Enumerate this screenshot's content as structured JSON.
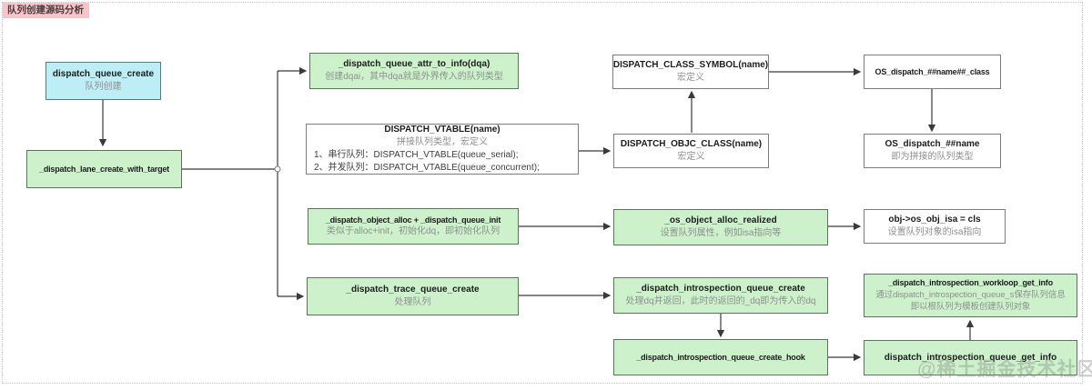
{
  "page": {
    "title_badge": "队列创建源码分析",
    "watermark": "@稀土掘金技术社区"
  },
  "theme": {
    "green-fill": "#cdf2cb",
    "green-border": "#5b735b",
    "cyan-fill": "#bdeef5",
    "cyan-border": "#4f7d84",
    "white-border": "#7d7d7d",
    "badge-bg": "#f7c4c9",
    "subtitle": "#8e8e90"
  },
  "diagram": {
    "boxes": {
      "queue_create": {
        "title": "dispatch_queue_create",
        "subtitle": "队列创建"
      },
      "lane_create": {
        "title": "_dispatch_lane_create_with_target"
      },
      "attr_to_info": {
        "title": "_dispatch_queue_attr_to_info(dqa)",
        "subtitle": "创建dqai，其中dqa就是外界传入的队列类型"
      },
      "vtable": {
        "title": "DISPATCH_VTABLE(name)",
        "subtitle": "拼接队列类型，宏定义",
        "line1": "1、串行队列：DISPATCH_VTABLE(queue_serial);",
        "line2": "2、并发队列：DISPATCH_VTABLE(queue_concurrent);"
      },
      "class_symbol": {
        "title": "DISPATCH_CLASS_SYMBOL(name)",
        "subtitle": "宏定义"
      },
      "os_class": {
        "title": "OS_dispatch_##name##_class"
      },
      "objc_class": {
        "title": "DISPATCH_OBJC_CLASS(name)",
        "subtitle": "宏定义"
      },
      "os_name": {
        "title": "OS_dispatch_##name",
        "subtitle": "即为拼接的队列类型"
      },
      "object_alloc": {
        "title": "_dispatch_object_alloc + _dispatch_queue_init",
        "subtitle": "类似于alloc+init，初始化dq，即初始化队列"
      },
      "alloc_realized": {
        "title": "_os_object_alloc_realized",
        "subtitle": "设置队列属性，例如isa指向等"
      },
      "obj_isa": {
        "title": "obj->os_obj_isa = cls",
        "subtitle": "设置队列对象的isa指向"
      },
      "trace_create": {
        "title": "_dispatch_trace_queue_create",
        "subtitle": "处理队列"
      },
      "intro_create": {
        "title": "_dispatch_introspection_queue_create",
        "subtitle": "处理dq并返回，此时的返回的_dq即为传入的dq"
      },
      "workloop_info": {
        "title": "_dispatch_introspection_workloop_get_info",
        "subtitle": "通过dispatch_introspection_queue_s保存队列信息",
        "subtitle2": "即以根队列为模板创建队列对象"
      },
      "create_hook": {
        "title": "_dispatch_introspection_queue_create_hook"
      },
      "get_info": {
        "title": "dispatch_introspection_queue_get_info"
      }
    },
    "edges": [
      {
        "from": "queue_create",
        "to": "lane_create"
      },
      {
        "from": "lane_create",
        "to": "attr_to_info"
      },
      {
        "from": "lane_create",
        "to": "trace_create"
      },
      {
        "from": "vtable",
        "to": "objc_class"
      },
      {
        "from": "objc_class",
        "to": "class_symbol"
      },
      {
        "from": "class_symbol",
        "to": "os_class"
      },
      {
        "from": "os_class",
        "to": "os_name"
      },
      {
        "from": "object_alloc",
        "to": "alloc_realized"
      },
      {
        "from": "alloc_realized",
        "to": "obj_isa"
      },
      {
        "from": "trace_create",
        "to": "intro_create"
      },
      {
        "from": "intro_create",
        "to": "create_hook"
      },
      {
        "from": "create_hook",
        "to": "get_info"
      },
      {
        "from": "get_info",
        "to": "workloop_info"
      }
    ]
  }
}
